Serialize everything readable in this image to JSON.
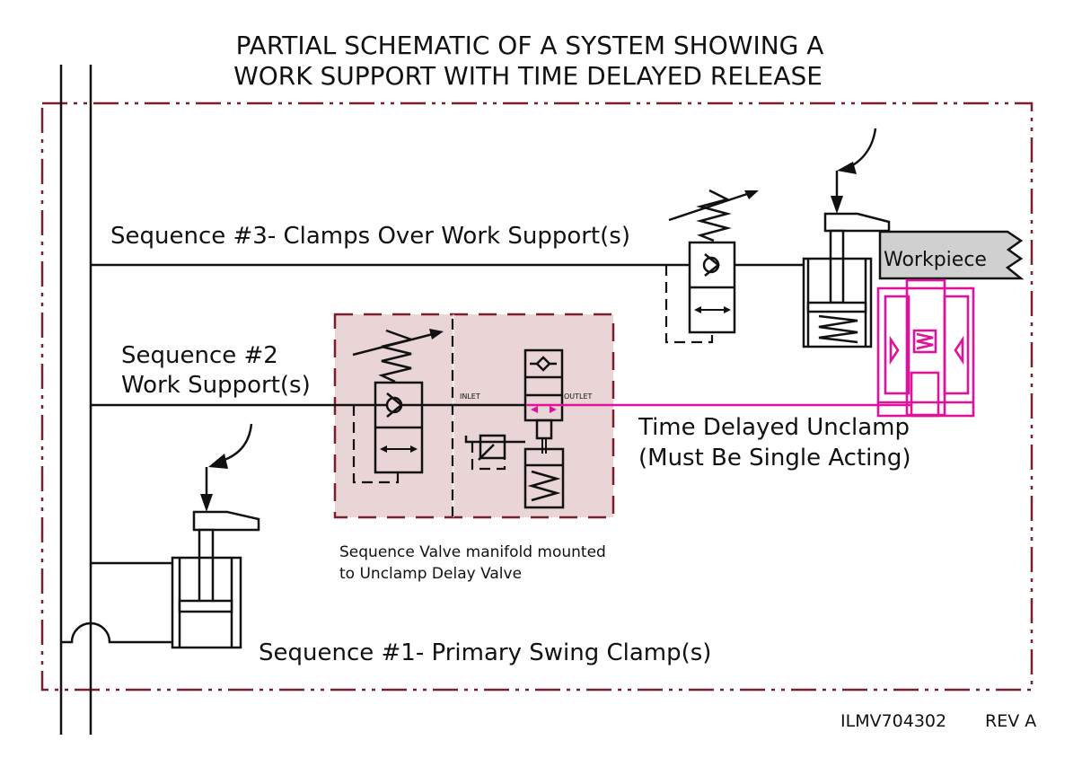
{
  "title": {
    "line1": "PARTIAL SCHEMATIC OF A SYSTEM SHOWING A",
    "line2": "WORK SUPPORT WITH TIME DELAYED RELEASE"
  },
  "labels": {
    "sequence3": "Sequence #3- Clamps Over Work Support(s)",
    "sequence2_line1": "Sequence #2",
    "sequence2_line2": "Work Support(s)",
    "sequence1": "Sequence #1- Primary Swing Clamp(s)",
    "workpiece": "Workpiece",
    "inlet": "INLET",
    "outlet": "OUTLET",
    "time_delay_line1": "Time Delayed Unclamp",
    "time_delay_line2": "(Must Be Single Acting)",
    "manifold_note_line1": "Sequence Valve manifold mounted",
    "manifold_note_line2": "to Unclamp Delay Valve"
  },
  "footer": {
    "drawing_number": "ILMV704302",
    "revision": "REV A"
  },
  "colors": {
    "boundary": "#7a1f2b",
    "manifold_fill": "#e9d5d5",
    "delay_line": "#e0119a",
    "workpiece_fill": "#d0d0d0",
    "line": "#111111"
  },
  "components": [
    {
      "id": "sequence-valve-3",
      "type": "sequence valve (adjustable)"
    },
    {
      "id": "swing-clamp-3",
      "type": "swing clamp cylinder (spring return)"
    },
    {
      "id": "workpiece",
      "type": "workpiece"
    },
    {
      "id": "work-support",
      "type": "work support (single acting)"
    },
    {
      "id": "sequence-valve-2",
      "type": "sequence valve (adjustable)"
    },
    {
      "id": "unclamp-delay-valve",
      "type": "unclamp delay valve"
    },
    {
      "id": "swing-clamp-1",
      "type": "swing clamp cylinder (double acting)"
    }
  ]
}
